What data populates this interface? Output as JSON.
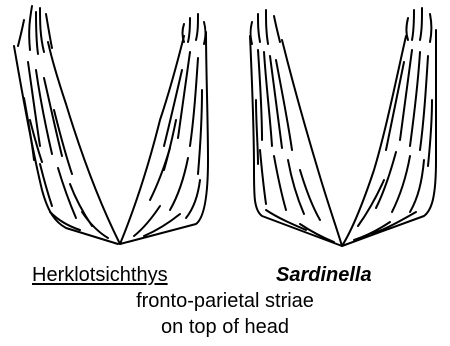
{
  "labels": {
    "left_genus": "Herklotsichthys",
    "right_genus": "Sardinella"
  },
  "caption": {
    "line1": "fronto-parietal striae",
    "line2": "on top of head"
  },
  "icons": [
    "herklotsichthys-striae-drawing",
    "sardinella-striae-drawing"
  ]
}
